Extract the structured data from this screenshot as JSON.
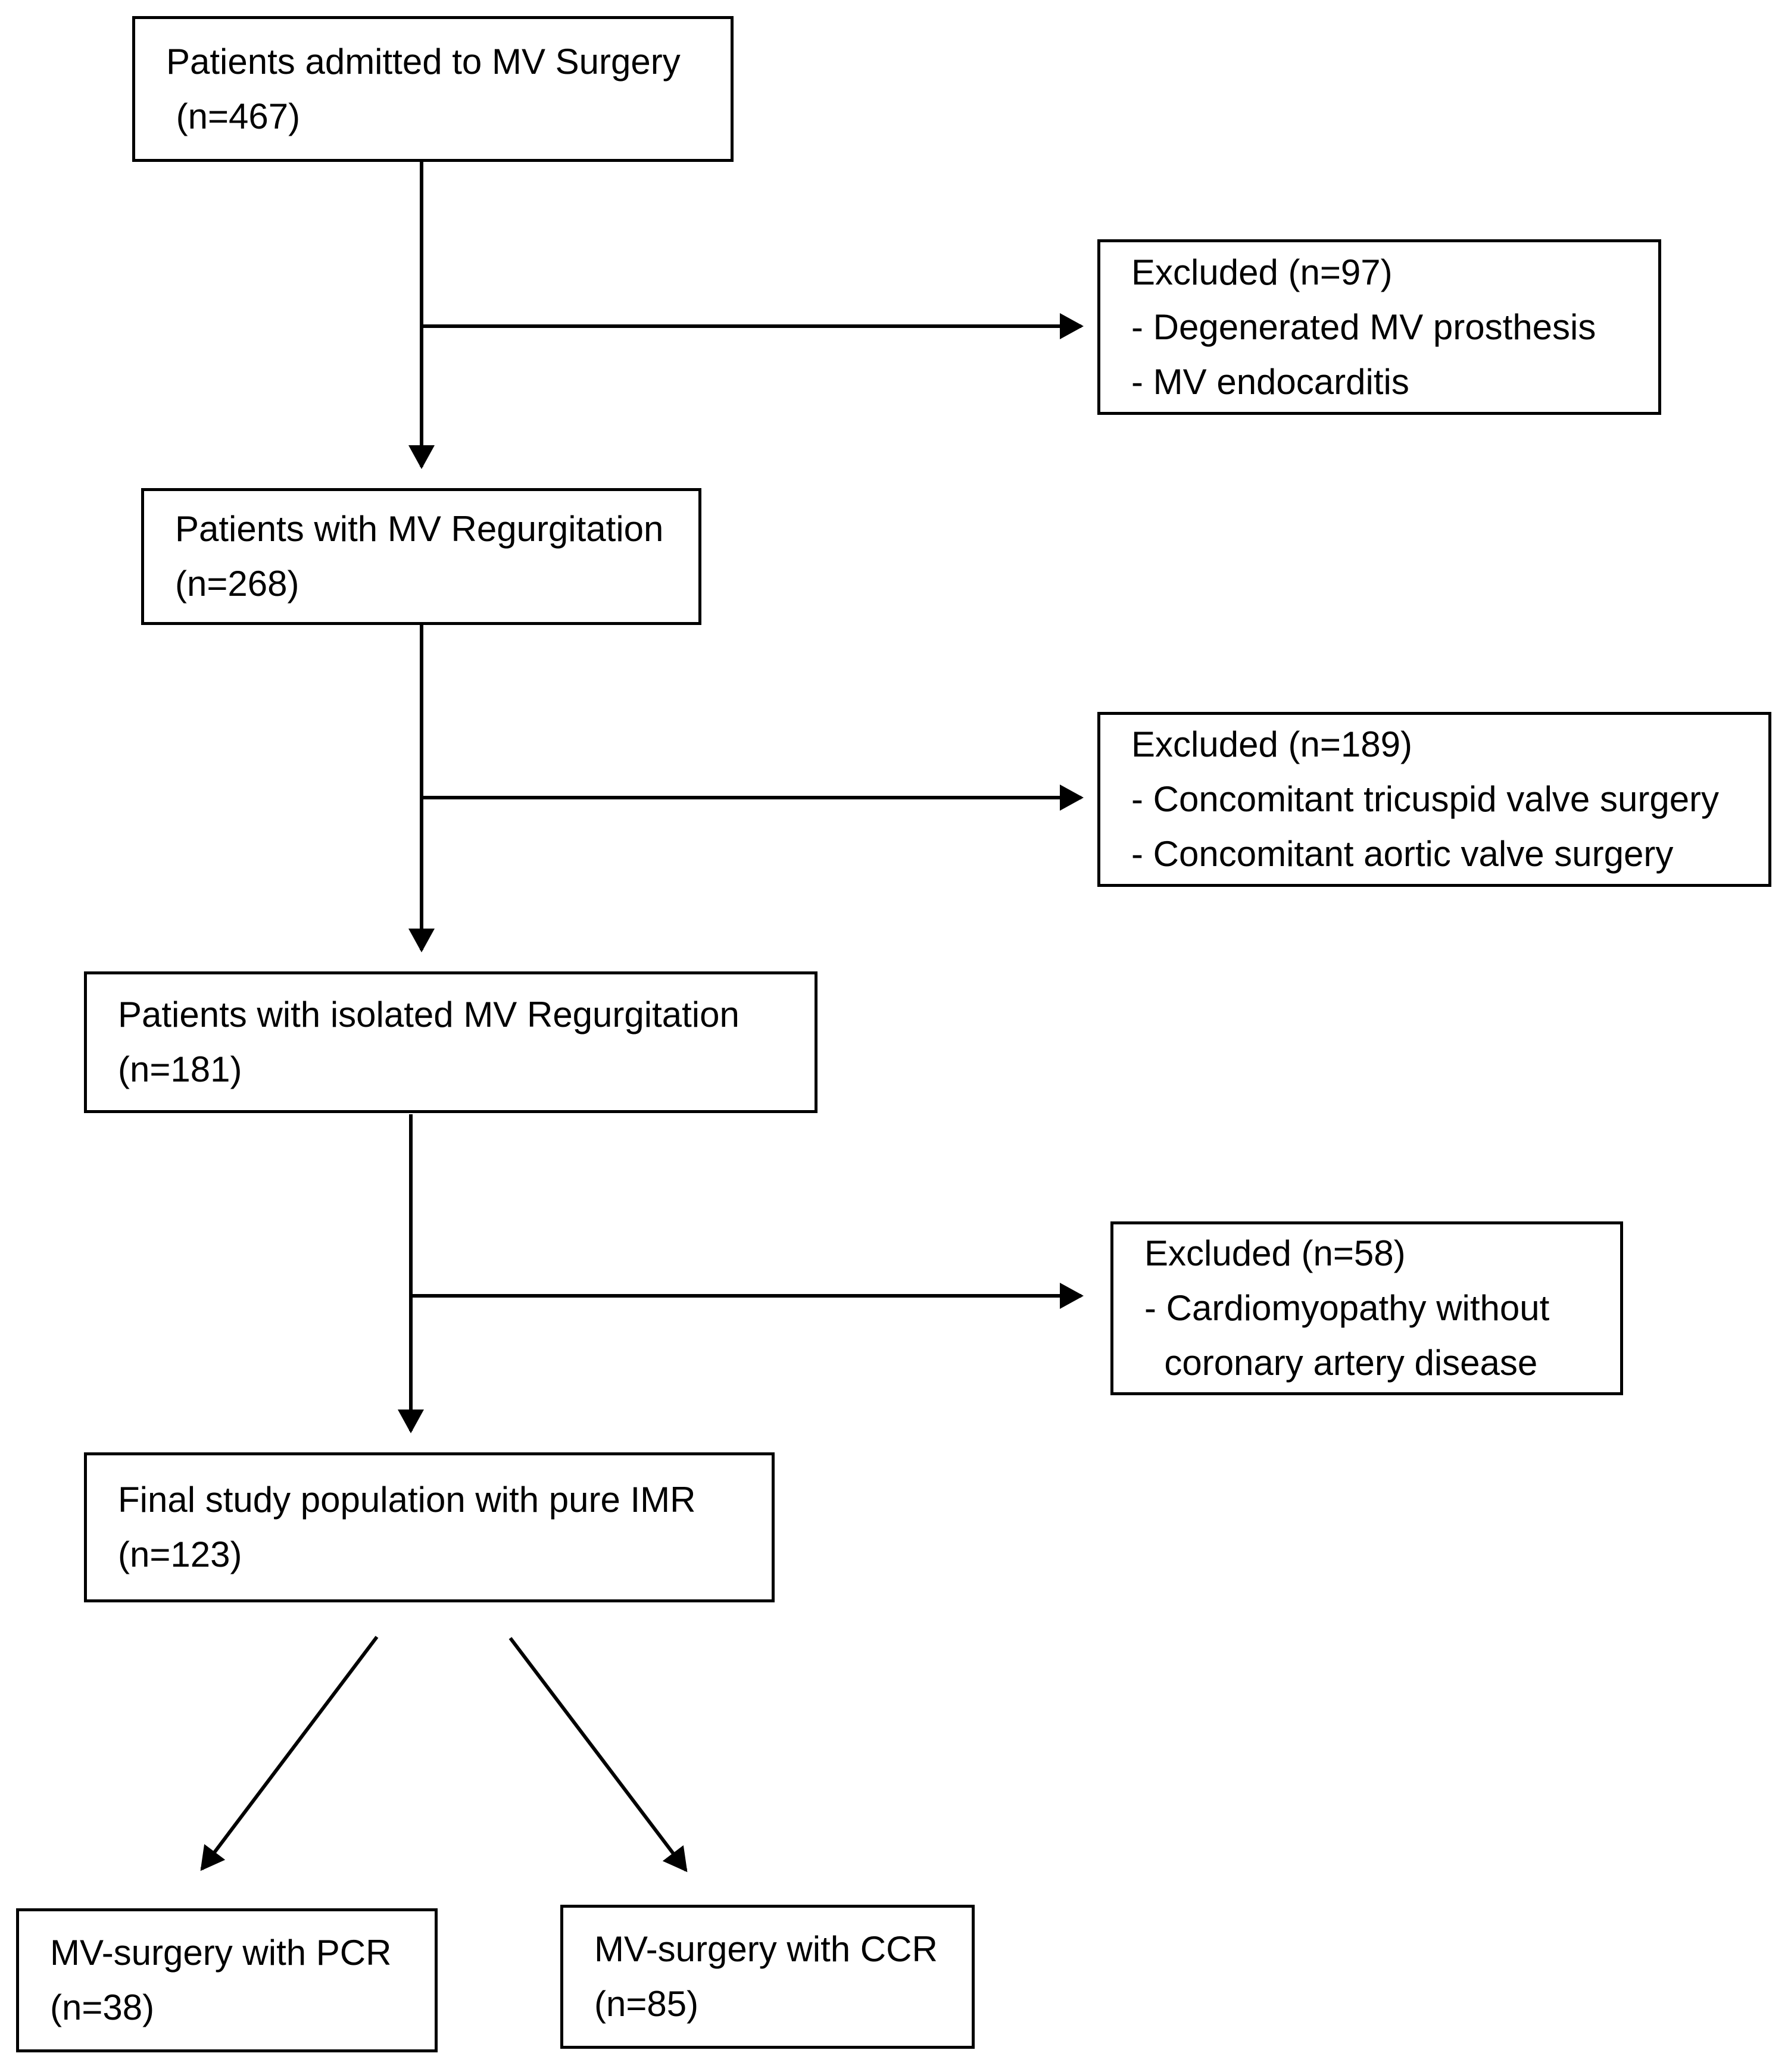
{
  "flow": {
    "colors": {
      "ink": "#000000",
      "background": "#ffffff"
    },
    "boxes": [
      {
        "id": "admitted",
        "lines": [
          "Patients admitted to MV Surgery",
          " (n=467)"
        ]
      },
      {
        "id": "excluded-97",
        "lines": [
          "Excluded (n=97)",
          "- Degenerated MV prosthesis",
          "- MV endocarditis"
        ]
      },
      {
        "id": "mv-regurgitation",
        "lines": [
          "Patients with MV Regurgitation",
          "(n=268)"
        ]
      },
      {
        "id": "excluded-189",
        "lines": [
          "Excluded (n=189)",
          "- Concomitant tricuspid valve surgery",
          "- Concomitant aortic valve surgery"
        ]
      },
      {
        "id": "isolated-regurg",
        "lines": [
          "Patients with isolated MV Regurgitation",
          "(n=181)"
        ]
      },
      {
        "id": "excluded-58",
        "lines": [
          "Excluded (n=58)",
          "- Cardiomyopathy without",
          "  coronary artery disease"
        ]
      },
      {
        "id": "final-population",
        "lines": [
          "Final study population with pure IMR",
          "(n=123)"
        ]
      },
      {
        "id": "pcr-group",
        "lines": [
          "MV-surgery with PCR",
          "(n=38)"
        ]
      },
      {
        "id": "ccr-group",
        "lines": [
          "MV-surgery with CCR",
          "(n=85)"
        ]
      }
    ]
  }
}
